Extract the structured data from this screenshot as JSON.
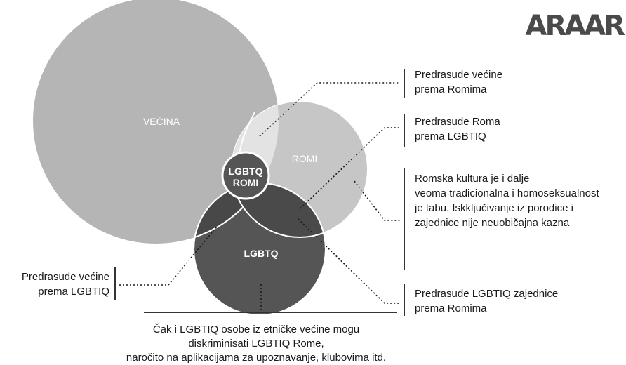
{
  "logo": "ARAAR",
  "circles": {
    "majority": "VEĆINA",
    "roma": "ROMI",
    "lgbtq": "LGBTQ",
    "center": [
      "LGBTQ",
      "ROMI"
    ]
  },
  "annotations": {
    "majority_vs_roma": [
      "Predrasude većine",
      "prema Romima"
    ],
    "roma_vs_lgbtiq": [
      "Predrasude Roma",
      "prema LGBTIQ"
    ],
    "culture": [
      "Romska kultura je i dalje",
      "veoma tradicionalna i homoseksualnost",
      "je tabu. Iskključivanje iz porodice i",
      "zajednice nije neuobičajna kazna"
    ],
    "majority_vs_lgbtiq": [
      "Predrasude većine",
      "prema LGBTIQ"
    ],
    "lgbtiq_vs_roma": [
      "Predrasude LGBTIQ zajednice",
      "prema Romima"
    ]
  },
  "bottom_note": [
    "Čak i LGBTIQ osobe iz etničke većine mogu",
    "diskriminisati LGBTIQ Rome,",
    "naročito na aplikacijama za upoznavanje, klubovima itd."
  ]
}
